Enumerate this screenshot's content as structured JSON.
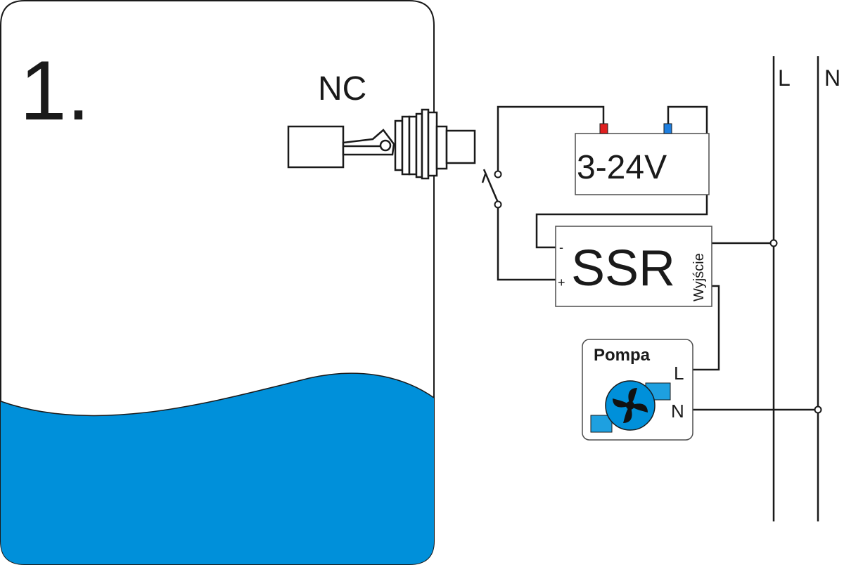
{
  "diagram": {
    "step_number": "1.",
    "switch_type": "NC",
    "power_supply_label": "3-24V",
    "ssr": {
      "label": "SSR",
      "minus": "-",
      "plus": "+",
      "output": "Wyjście"
    },
    "pump": {
      "label": "Pompa",
      "terminal_l": "L",
      "terminal_n": "N"
    },
    "rail_l": "L",
    "rail_n": "N"
  },
  "colors": {
    "water": "#0090da",
    "line": "#1a1a1a",
    "terminal_positive": "#e02020",
    "terminal_negative": "#1e7fe0",
    "fan": "#0090da",
    "pump_base": "#1ea0e0"
  }
}
